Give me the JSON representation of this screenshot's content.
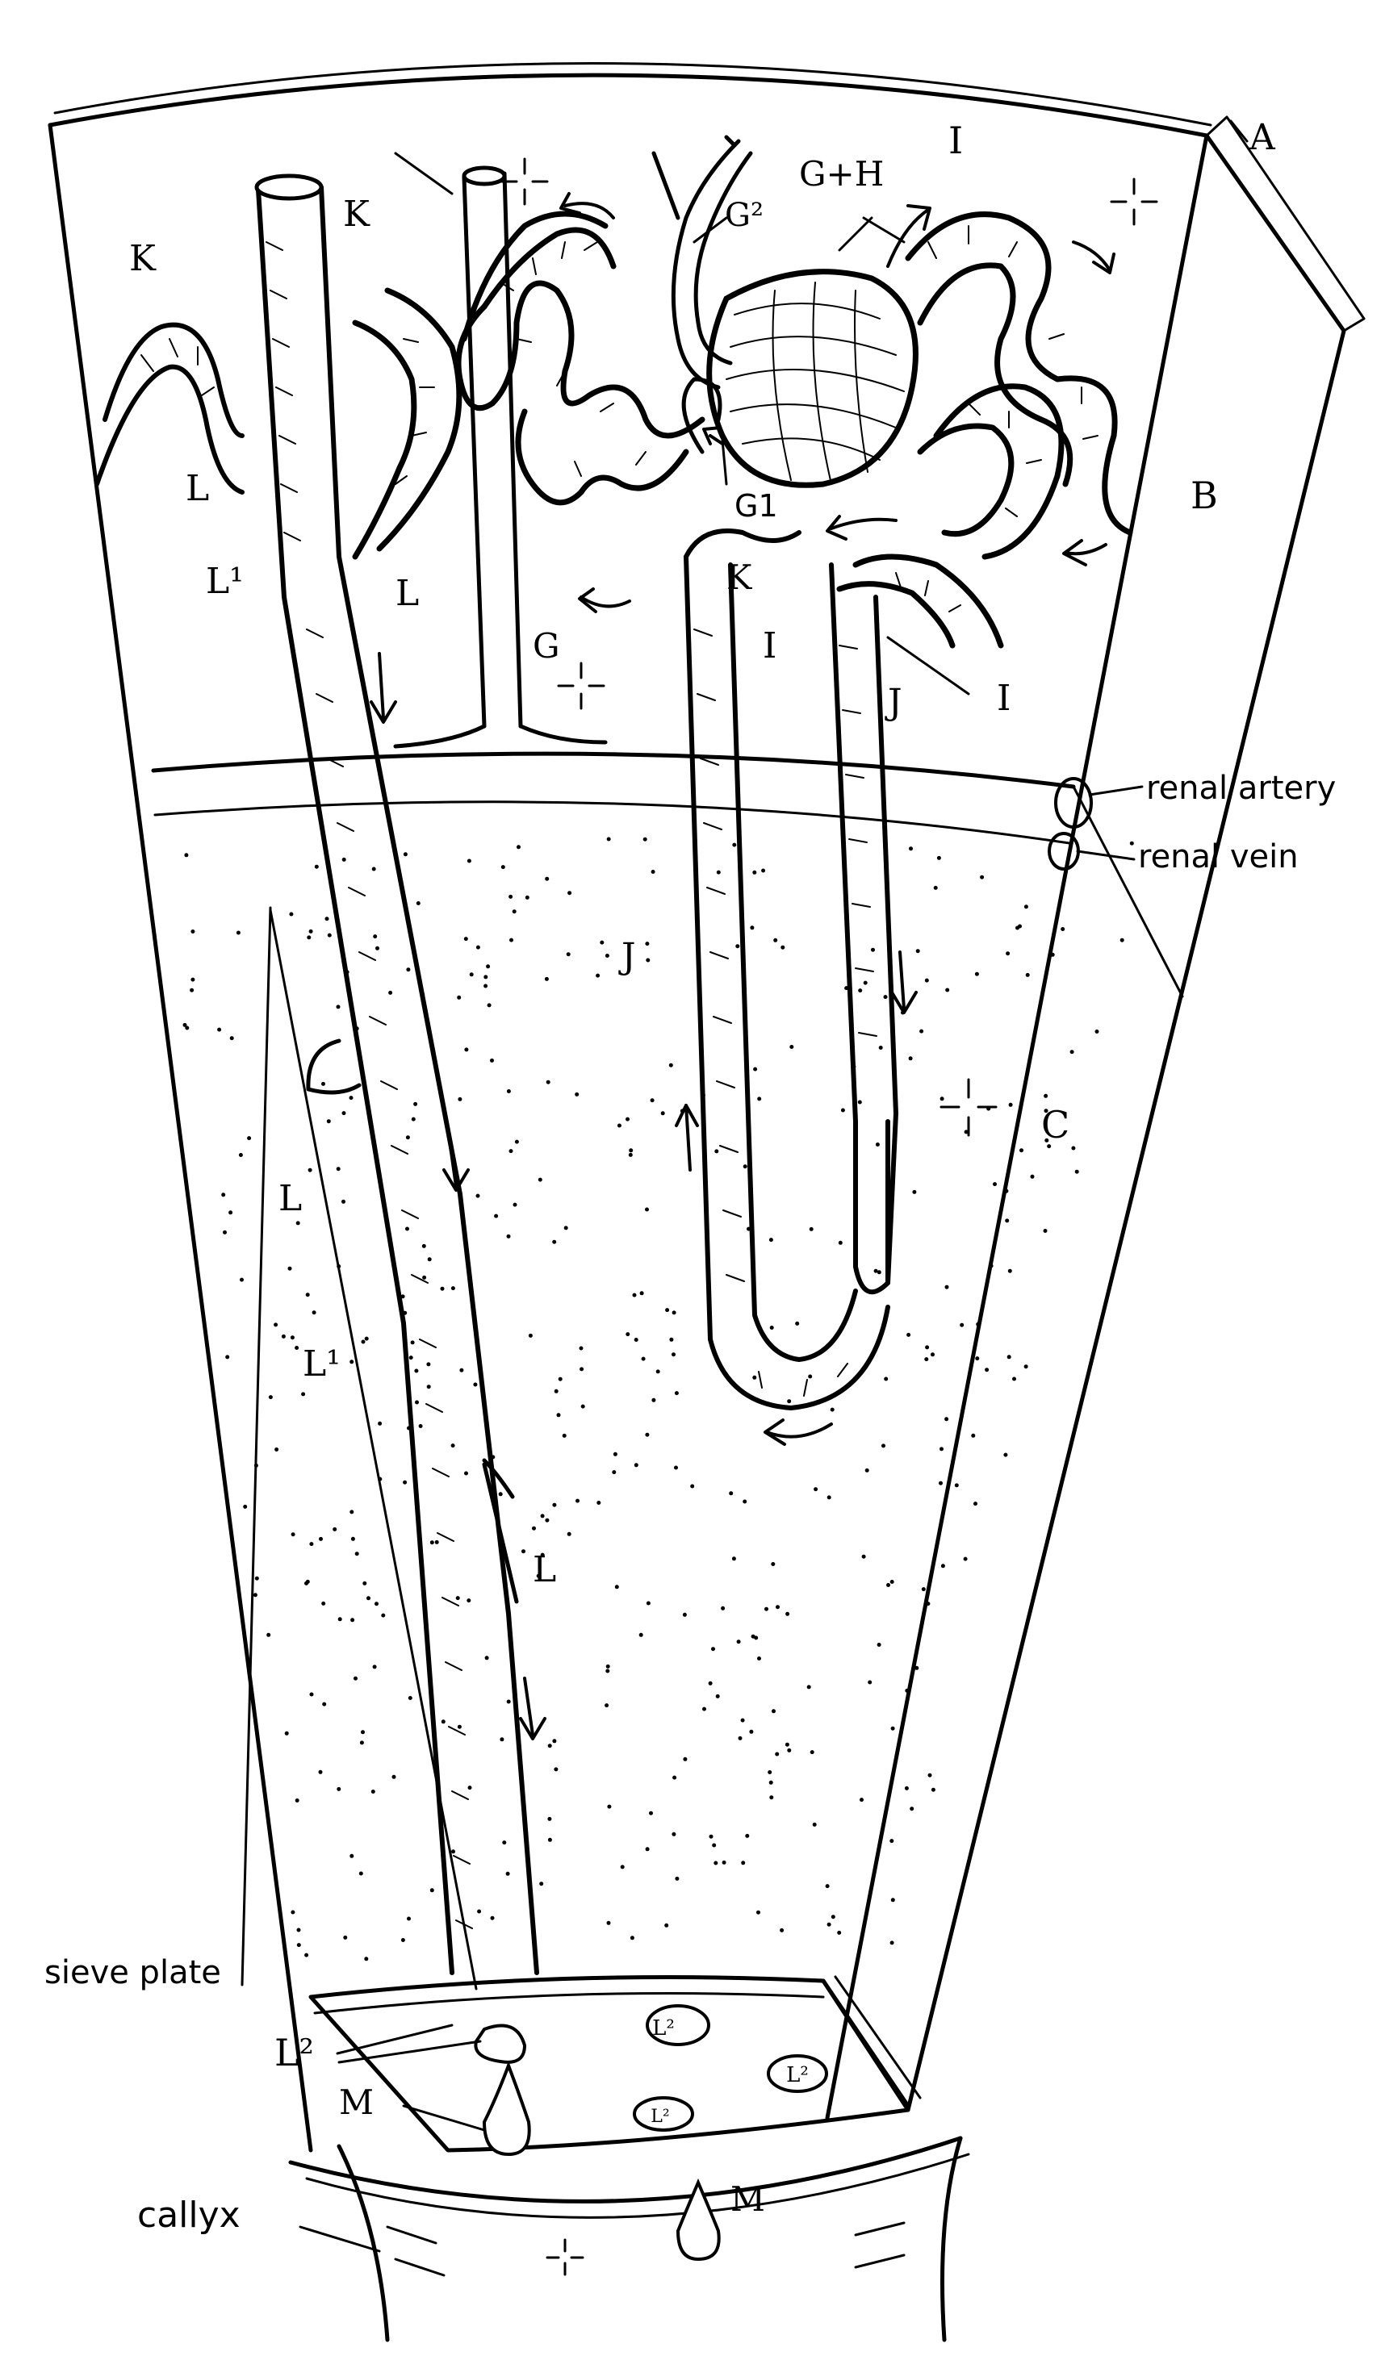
{
  "labels": {
    "A": "A",
    "B": "B",
    "C": "C",
    "K": "K",
    "L": "L",
    "L1": "L¹",
    "L2": "L²",
    "G": "G",
    "G1": "G1",
    "G2": "G²",
    "GH": "G+H",
    "I": "I",
    "J": "J",
    "M": "M",
    "renal_artery": "renal artery",
    "renal_vein": "renal vein",
    "sieve_plate": "sieve plate",
    "callyx": "callyx"
  }
}
